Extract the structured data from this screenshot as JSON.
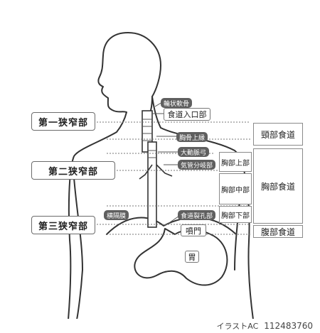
{
  "constrictions": {
    "first": "第一狭窄部",
    "second": "第二狭窄部",
    "third": "第三狭窄部"
  },
  "landmarks": {
    "cricoid": "輪状軟骨",
    "sternum_top": "胸骨上縁",
    "aortic_arch": "大動脈弓",
    "tracheal_bifurcation": "気管分岐部",
    "diaphragm": "横隔膜",
    "hiatus": "食道裂孔部"
  },
  "labels": {
    "esophageal_entrance": "食道入口部",
    "cardia": "噴門",
    "stomach": "胃"
  },
  "segments": {
    "cervical": "頸部食道",
    "thoracic": "胸部食道",
    "upper_thoracic": "胸部上部",
    "middle_thoracic": "胸部中部",
    "lower_thoracic": "胸部下部",
    "abdominal": "腹部食道"
  },
  "watermark": {
    "brand": "イラストAC",
    "id": "112483760"
  },
  "colors": {
    "pill_bg": "#5f5f5f",
    "line": "#333333",
    "dotted": "#777777"
  }
}
